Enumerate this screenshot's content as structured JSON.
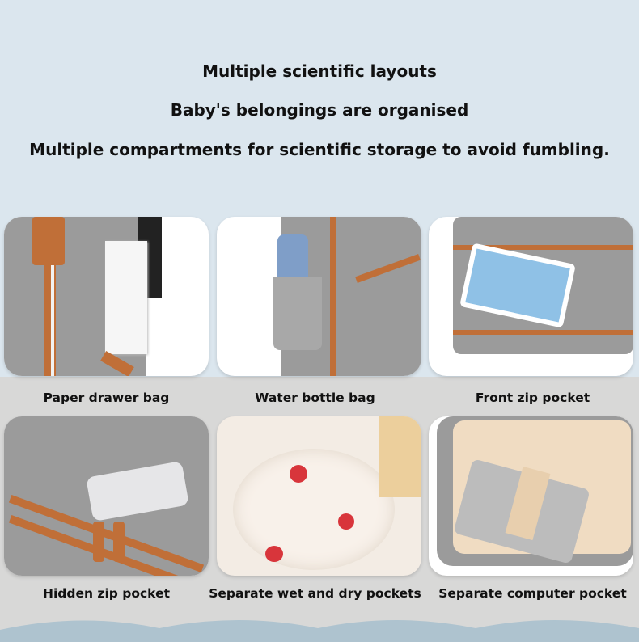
{
  "headings": [
    "Multiple scientific layouts",
    "Baby's belongings are organised",
    "Multiple compartments for scientific storage to avoid fumbling."
  ],
  "features": [
    {
      "label": "Paper drawer bag"
    },
    {
      "label": "Water bottle bag"
    },
    {
      "label": "Front zip pocket"
    },
    {
      "label": "Hidden zip pocket"
    },
    {
      "label": "Separate wet and dry pockets"
    },
    {
      "label": "Separate computer pocket"
    }
  ],
  "colors": {
    "sky": "#dbe6ee",
    "fabric": "#9b9b9b",
    "leather": "#c06f38",
    "wave": "#aec3cf"
  }
}
